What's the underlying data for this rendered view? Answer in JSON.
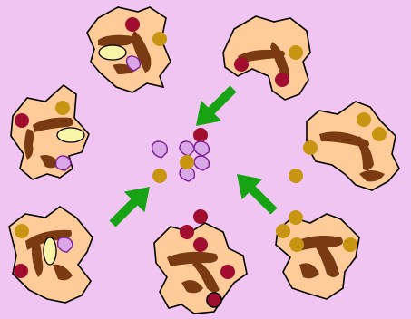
{
  "colors": {
    "background": "#F1C5F1",
    "cell_fill": "#FFCC99",
    "cell_stroke": "#000000",
    "organelle": "#7A3A12",
    "dot_red": "#A00D2E",
    "dot_gold": "#C89512",
    "vesicle_yellow": "#F8F4A8",
    "fragment_purple": "#D9A8E6",
    "fragment_stroke": "#7F1E98",
    "arrow_green": "#17A314"
  },
  "cells": [
    {
      "id": "cell-top-left",
      "has_vesicle": true,
      "has_fragment": true
    },
    {
      "id": "cell-top-right"
    },
    {
      "id": "cell-left",
      "has_vesicle": true,
      "has_fragment": true
    },
    {
      "id": "cell-right"
    },
    {
      "id": "cell-bottom-left",
      "has_vesicle": true,
      "has_fragment": true
    },
    {
      "id": "cell-bottom-center"
    },
    {
      "id": "cell-bottom-right"
    }
  ],
  "arrows": [
    {
      "id": "arrow-top-right"
    },
    {
      "id": "arrow-bottom-left"
    },
    {
      "id": "arrow-bottom-right"
    }
  ],
  "center_cluster": {
    "red_dots": 1,
    "gold_dots": 2,
    "purple_fragments": 6
  }
}
